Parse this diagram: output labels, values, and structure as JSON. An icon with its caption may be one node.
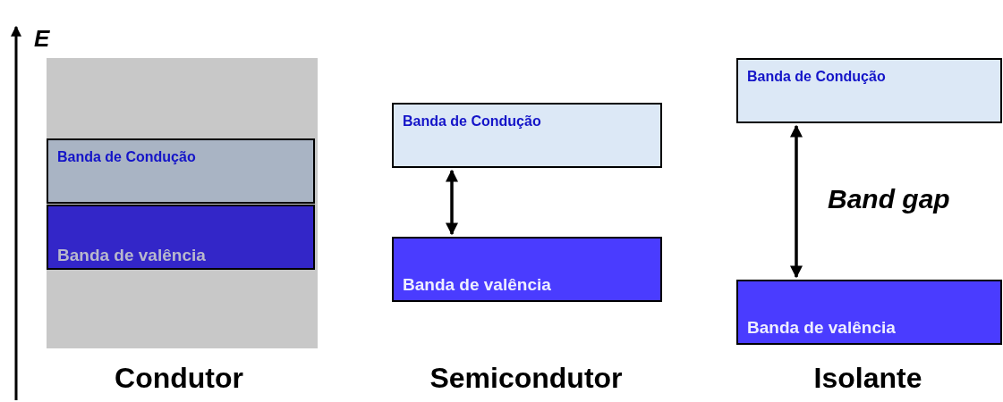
{
  "diagram": {
    "nodes": [
      {
        "text": [],
        "shape": "box"
      },
      {
        "text": [
          "Banda de Condução"
        ],
        "in": 0
      },
      {
        "text": [
          "Banda de valência"
        ],
        "in": 0
      },
      {
        "text": [
          "Banda de Condução"
        ]
      },
      {
        "text": [
          "Banda de valência"
        ]
      },
      {
        "text": [
          "Banda de Condução"
        ]
      },
      {
        "text": [
          "Banda de valência"
        ]
      }
    ],
    "edges": [
      {
        "from": 3,
        "to": 4,
        "arrow": "both"
      },
      {
        "from": 5,
        "to": 6,
        "arrow": "both",
        "label": "Band gap"
      }
    ],
    "labels": [
      "E",
      "Condutor",
      "Semicondutor",
      "Isolante"
    ]
  }
}
